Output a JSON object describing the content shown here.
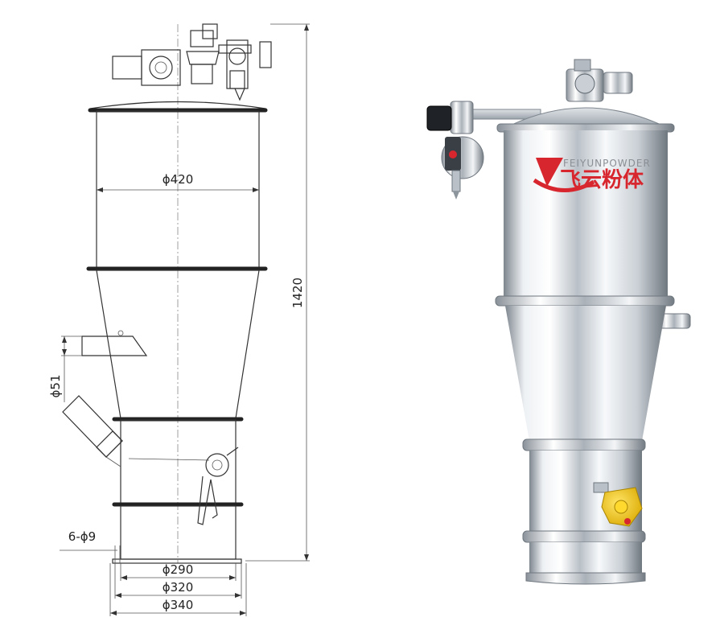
{
  "drawing": {
    "dimensions": {
      "body_diameter": "ϕ420",
      "total_height": "1420",
      "inlet_diameter": "ϕ51",
      "bolt_holes": "6-ϕ9",
      "base_inner": "ϕ290",
      "base_bolt_circle": "ϕ320",
      "base_outer": "ϕ340"
    }
  },
  "photo": {
    "brand_en": "FEIYUNPOWDER",
    "brand_cn": "飞云粉体"
  },
  "colors": {
    "line": "#333333",
    "brand_red": "#d8262e",
    "valve_yellow": "#f2c200",
    "steel_light": "#f4f6f8",
    "steel_dark": "#8c949c"
  }
}
